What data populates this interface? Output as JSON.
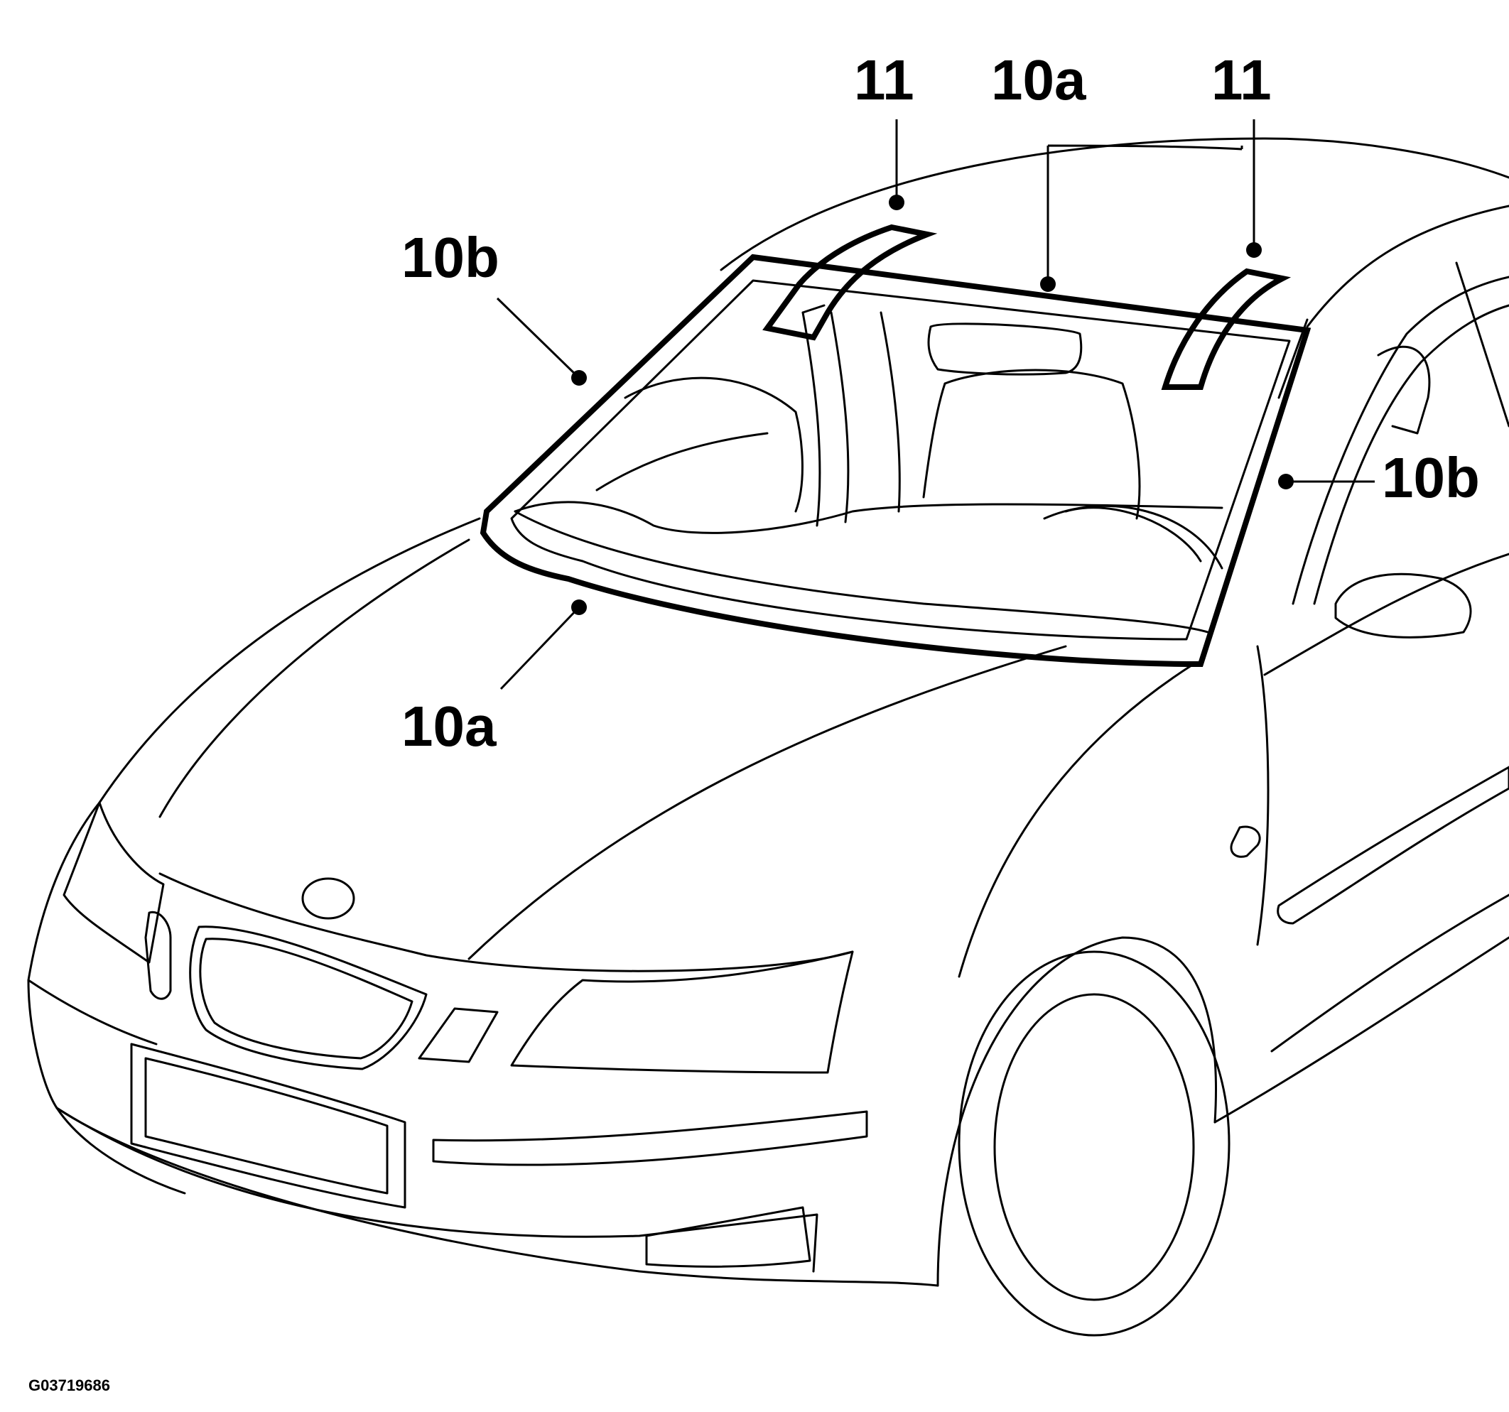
{
  "diagram": {
    "subject": "car-windshield-illustration",
    "figure_id": "G03719686",
    "callouts": [
      {
        "key": "callout-11-left",
        "label": "11"
      },
      {
        "key": "callout-10a-top",
        "label": "10a"
      },
      {
        "key": "callout-11-right",
        "label": "11"
      },
      {
        "key": "callout-10b-left",
        "label": "10b"
      },
      {
        "key": "callout-10b-right",
        "label": "10b"
      },
      {
        "key": "callout-10a-bottom",
        "label": "10a"
      }
    ],
    "colors": {
      "line": "#000000",
      "background": "#ffffff"
    }
  }
}
